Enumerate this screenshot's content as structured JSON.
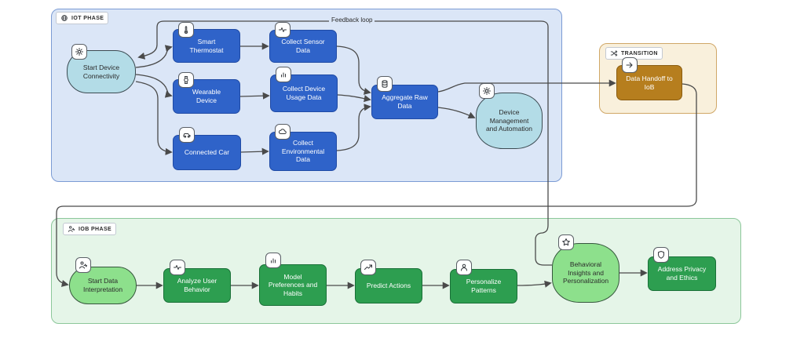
{
  "colors": {
    "canvas_bg": "#ffffff",
    "wire": "#4a4a4a",
    "iot_region_bg": "#dbe6f7",
    "iot_region_border": "#7b9bd4",
    "iot_node_bg": "#2f63c9",
    "iot_node_border": "#1f4aa5",
    "iot_node_text": "#ffffff",
    "iot_terminal_bg": "#b3dce7",
    "iot_terminal_border": "#3c4b52",
    "transition_region_bg": "#f9f0dc",
    "transition_region_border": "#d0a767",
    "transition_node_bg": "#b67e1e",
    "transition_node_border": "#8a5c10",
    "iob_region_bg": "#e5f5e8",
    "iob_region_border": "#8cc79a",
    "iob_node_bg": "#2d9e50",
    "iob_node_border": "#1a7038",
    "iob_terminal_bg": "#8de08c",
    "iob_terminal_border": "#35563c",
    "badge_bg": "#ffffff",
    "badge_border": "#5a5f66",
    "label_bg": "#ffffff",
    "label_border": "#c3c9d2",
    "label_text": "#2a2a2a",
    "node_text_dark": "#2b2b2b"
  },
  "iot": {
    "phase_label": "IOT PHASE",
    "feedback_label": "Feedback loop",
    "nodes": {
      "start": {
        "label": "Start Device Connectivity",
        "icon": "gear-icon"
      },
      "thermostat": {
        "label": "Smart Thermostat",
        "icon": "thermometer-icon"
      },
      "wearable": {
        "label": "Wearable Device",
        "icon": "watch-icon"
      },
      "car": {
        "label": "Connected Car",
        "icon": "car-icon"
      },
      "sensor": {
        "label": "Collect Sensor Data",
        "icon": "pulse-icon"
      },
      "usage": {
        "label": "Collect Device Usage Data",
        "icon": "bar-chart-icon"
      },
      "environment": {
        "label": "Collect Environmental Data",
        "icon": "cloud-icon"
      },
      "aggregate": {
        "label": "Aggregate Raw Data",
        "icon": "database-icon"
      },
      "device_mgmt": {
        "label": "Device Management and Automation",
        "icon": "gear-icon"
      }
    }
  },
  "transition": {
    "phase_label": "TRANSITION",
    "nodes": {
      "handoff": {
        "label": "Data Handoff to IoB",
        "icon": "arrow-right-icon"
      }
    }
  },
  "iob": {
    "phase_label": "IOB PHASE",
    "nodes": {
      "start": {
        "label": "Start Data Interpretation",
        "icon": "user-pulse-icon"
      },
      "analyze": {
        "label": "Analyze User Behavior",
        "icon": "pulse-icon"
      },
      "model": {
        "label": "Model Preferences and Habits",
        "icon": "bar-chart-icon"
      },
      "predict": {
        "label": "Predict Actions",
        "icon": "trend-up-icon"
      },
      "personalize": {
        "label": "Personalize Patterns",
        "icon": "user-icon"
      },
      "insights": {
        "label": "Behavioral Insights and Personalization",
        "icon": "star-icon"
      },
      "privacy": {
        "label": "Address Privacy and Ethics",
        "icon": "shield-icon"
      }
    }
  }
}
